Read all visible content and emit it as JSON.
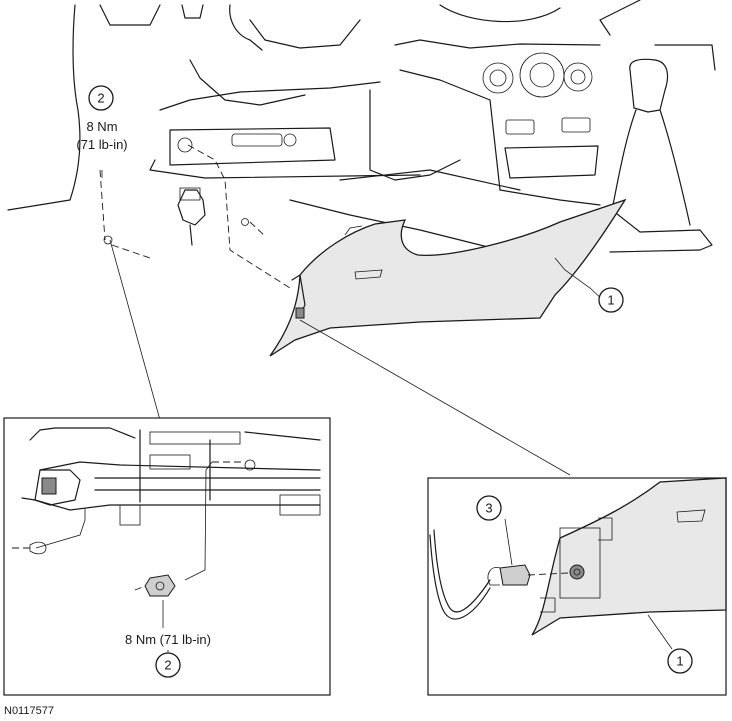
{
  "figure_code": "N0117577",
  "callouts": [
    {
      "id": "1",
      "label": "1"
    },
    {
      "id": "2",
      "label": "2"
    },
    {
      "id": "3",
      "label": "3"
    }
  ],
  "torque_main": {
    "line1": "8 Nm",
    "line2": "(71 lb-in)"
  },
  "torque_detail": "8 Nm (71 lb-in)",
  "colors": {
    "line": "#1a1a1a",
    "trim_panel": "#e8e8e8",
    "background": "#ffffff"
  }
}
